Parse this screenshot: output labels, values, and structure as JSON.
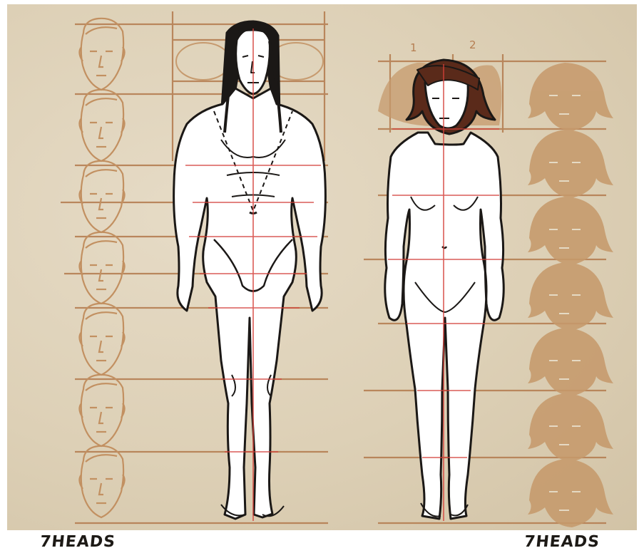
{
  "captions": {
    "left": "7HEADS",
    "right": "7HEADS"
  },
  "top_numbers": {
    "right_one": "1",
    "right_two": "2"
  },
  "colors": {
    "paper": "#ddd0b6",
    "guide_line": "#b57e52",
    "head_sketch": "#c29061",
    "center_line": "#d4403a",
    "ink": "#1b1816"
  },
  "figures": [
    {
      "name": "male-figure",
      "head_units": 7
    },
    {
      "name": "female-figure",
      "head_units": 7
    }
  ]
}
